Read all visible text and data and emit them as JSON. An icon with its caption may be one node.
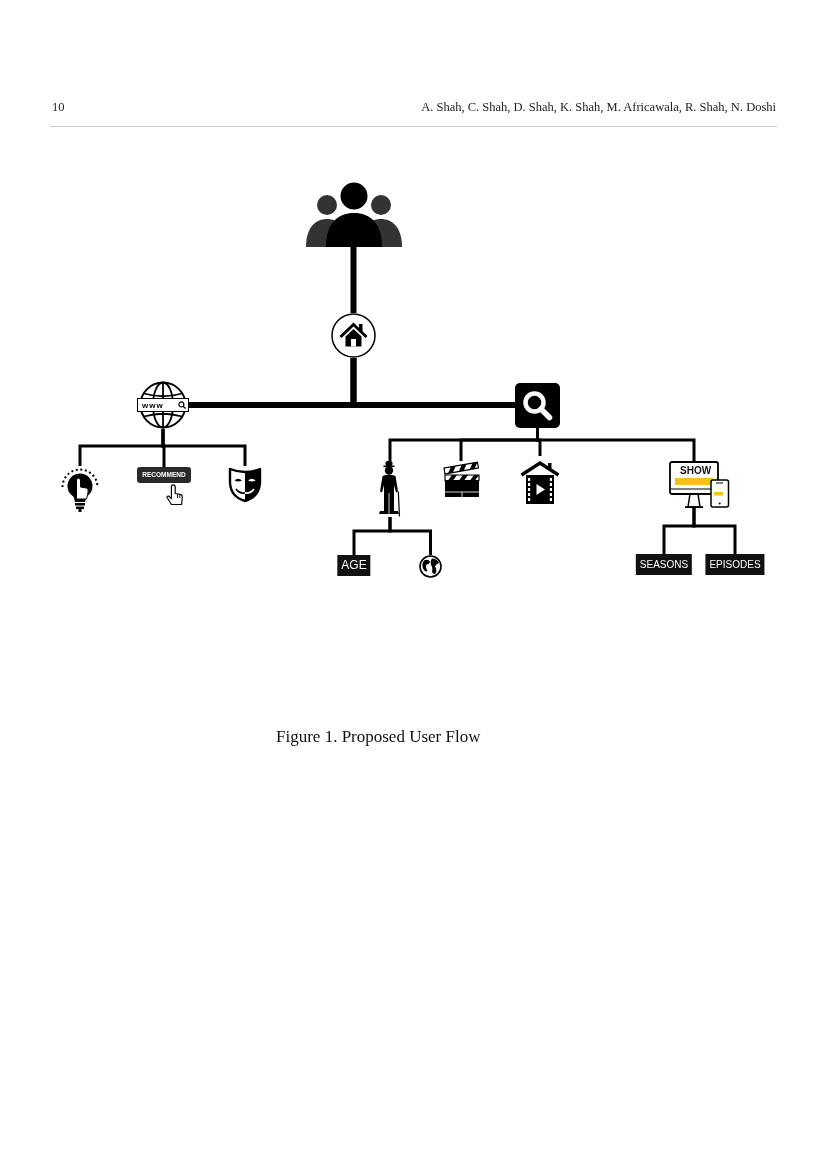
{
  "diagram": {
    "caption": "Figure 1. Proposed User Flow",
    "nodes": [
      {
        "text": [],
        "shape": "picture"
      },
      {
        "text": [],
        "shape": "picture"
      },
      {
        "text": [
          "www"
        ]
      },
      {
        "text": [],
        "shape": "picture"
      },
      {
        "text": [],
        "shape": "picture"
      },
      {
        "text": [
          "RECOMMEND"
        ]
      },
      {
        "text": [],
        "shape": "picture"
      },
      {
        "text": [],
        "shape": "picture"
      },
      {
        "text": [],
        "shape": "picture"
      },
      {
        "text": [],
        "shape": "picture"
      },
      {
        "text": [
          "SHOW"
        ]
      },
      {
        "text": [
          "AGE"
        ]
      },
      {
        "text": [],
        "shape": "picture"
      },
      {
        "text": [
          "SEASONS"
        ]
      },
      {
        "text": [
          "EPISODES"
        ]
      }
    ],
    "edges": [
      {
        "from": 0,
        "to": 1,
        "arrow": "none",
        "style": "thick"
      },
      {
        "from": 1,
        "to": 2,
        "arrow": "none",
        "style": "thick"
      },
      {
        "from": 1,
        "to": 3,
        "arrow": "none",
        "style": "thick"
      },
      {
        "from": 2,
        "to": 4,
        "arrow": "none"
      },
      {
        "from": 2,
        "to": 5,
        "arrow": "none"
      },
      {
        "from": 2,
        "to": 6,
        "arrow": "none"
      },
      {
        "from": 3,
        "to": 7,
        "arrow": "none"
      },
      {
        "from": 3,
        "to": 8,
        "arrow": "none"
      },
      {
        "from": 3,
        "to": 9,
        "arrow": "none"
      },
      {
        "from": 3,
        "to": 10,
        "arrow": "none"
      },
      {
        "from": 7,
        "to": 11,
        "arrow": "none"
      },
      {
        "from": 7,
        "to": 12,
        "arrow": "none"
      },
      {
        "from": 10,
        "to": 13,
        "arrow": "none"
      },
      {
        "from": 10,
        "to": 14,
        "arrow": "none"
      }
    ],
    "labels": [
      "10",
      "A. Shah, C. Shah, D. Shah, K. Shah, M. Africawala, R. Shah, N. Doshi"
    ]
  }
}
